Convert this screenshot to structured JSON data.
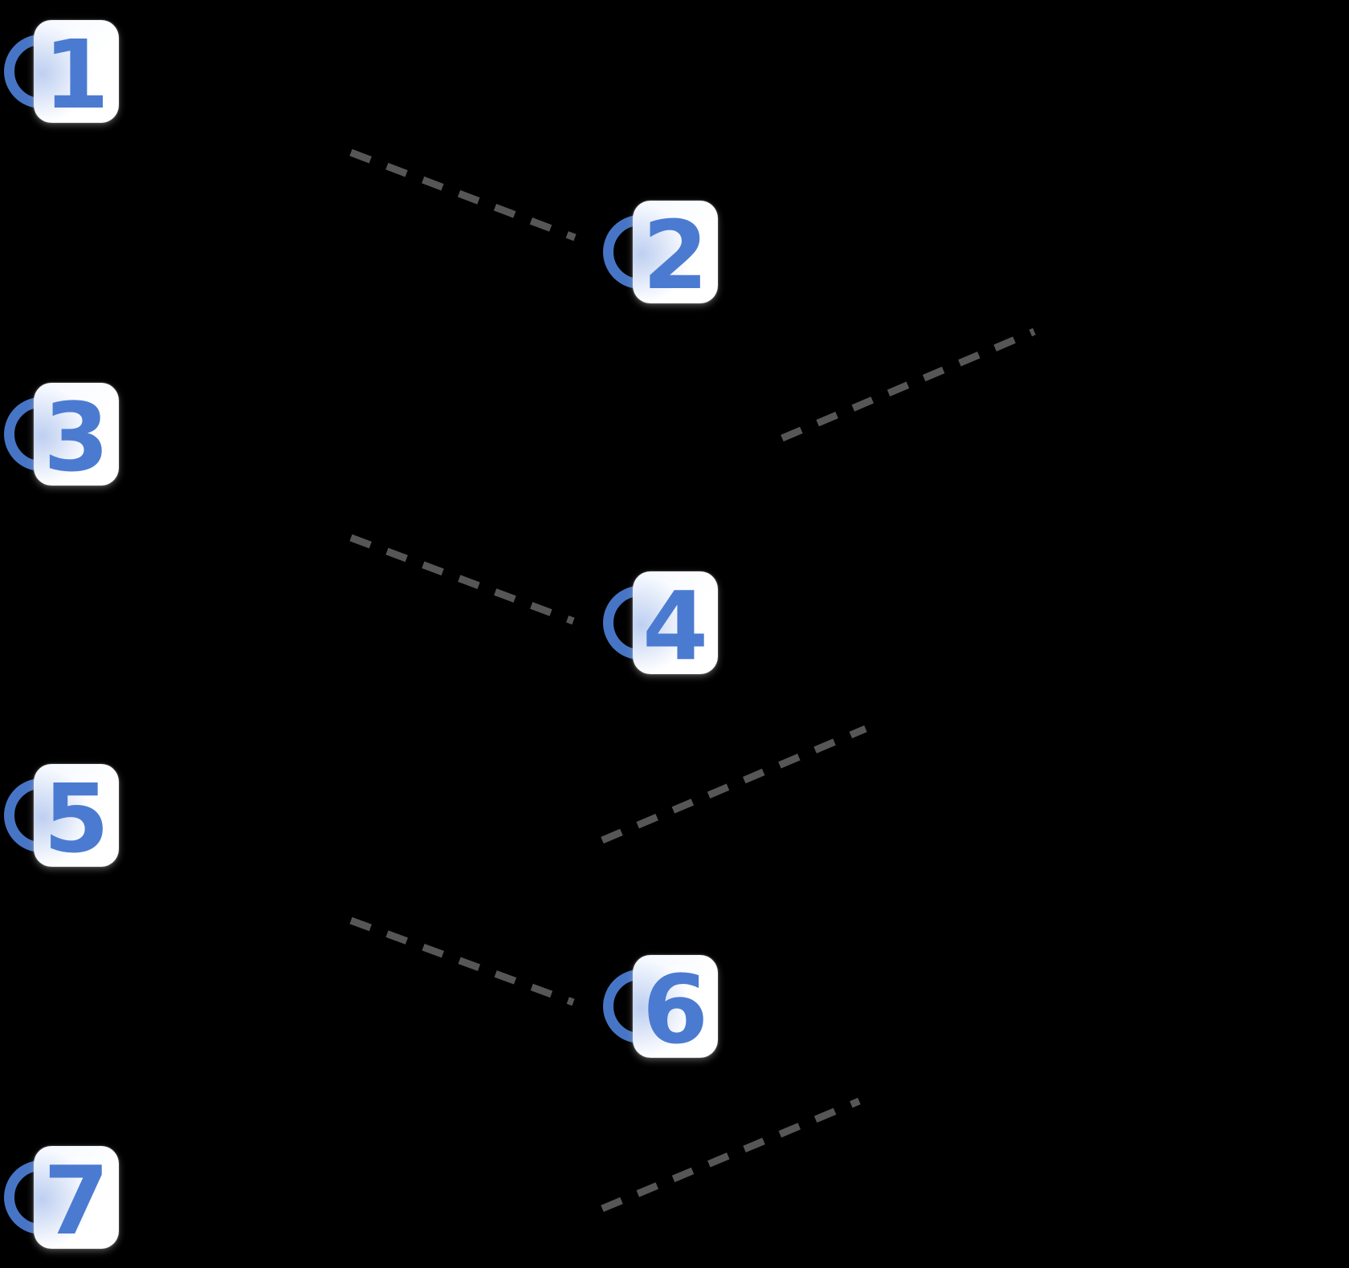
{
  "diagram": {
    "type": "numbered-steps-infographic",
    "steps": [
      {
        "number": "1"
      },
      {
        "number": "2"
      },
      {
        "number": "3"
      },
      {
        "number": "4"
      },
      {
        "number": "5"
      },
      {
        "number": "6"
      },
      {
        "number": "7"
      }
    ],
    "colors": {
      "accent_blue": "#4b7bd1",
      "dash_gray": "#565656",
      "card_white": "#ffffff",
      "background": "#000000"
    }
  }
}
